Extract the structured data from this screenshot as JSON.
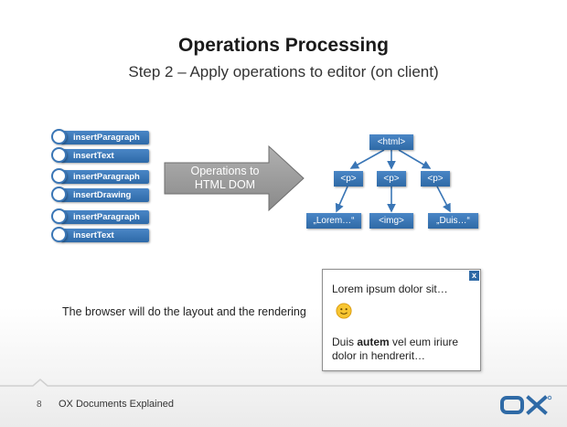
{
  "slide": {
    "title": "Operations Processing",
    "subtitle": "Step 2 – Apply operations to editor (on client)"
  },
  "operations": [
    "insertParagraph",
    "insertText",
    "insertParagraph",
    "insertDrawing",
    "insertParagraph",
    "insertText"
  ],
  "arrow": {
    "line1": "Operations to",
    "line2": "HTML DOM"
  },
  "dom_tree": {
    "root": "<html>",
    "level1": [
      "<p>",
      "<p>",
      "<p>"
    ],
    "level2": [
      "„Lorem…“",
      "<img>",
      "„Duis…“"
    ]
  },
  "caption": "The browser will do the layout and the rendering",
  "preview": {
    "close": "x",
    "line1": "Lorem ipsum dolor sit…",
    "smiley": "smiley-icon",
    "line2_pre": "Duis ",
    "line2_bold": "autem",
    "line2_post": " vel eum iriure",
    "line3": "dolor in hendrerit…"
  },
  "footer": {
    "page_number": "8",
    "title": "OX Documents Explained",
    "logo": "OX"
  },
  "colors": {
    "accent_blue": "#2f6aa6",
    "arrow_gray": "#9a9a9a"
  }
}
